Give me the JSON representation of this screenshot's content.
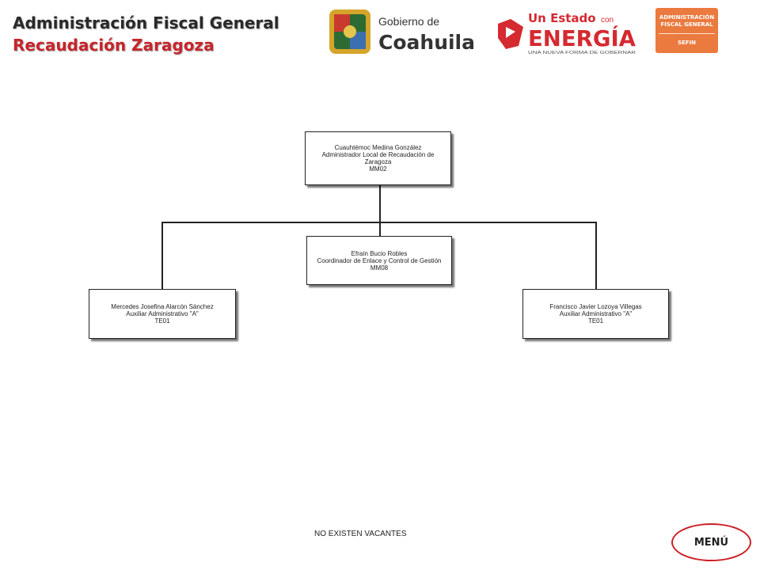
{
  "header": {
    "title": "Administración Fiscal General",
    "subtitle": "Recaudación Zaragoza",
    "colors": {
      "title": "#2a2a2a",
      "subtitle": "#c8252c"
    }
  },
  "logos": {
    "coahuila": {
      "line1": "Gobierno de",
      "line2": "Coahuila"
    },
    "energia": {
      "line1": "Un Estado",
      "line1b": "con",
      "line2": "ENERGÍA",
      "tagline": "UNA NUEVA FORMA DE GOBERNAR"
    },
    "afg": {
      "line1": "ADMINISTRACIÓN\nFISCAL GENERAL",
      "line2": "SEFIN",
      "color": "#eb7a3f"
    }
  },
  "org_chart": {
    "root": {
      "name": "Cuauhtémoc Medina González",
      "position": "Administrador Local de Recaudación de Zaragoza",
      "code": "MM02"
    },
    "coordinator": {
      "name": "Efraín Bucio Robles",
      "position": "Coordinador de Enlace y Control de Gestión",
      "code": "MM08"
    },
    "left": {
      "name": "Mercedes Josefina Alarcón Sánchez",
      "position": "Auxiliar Administrativo \"A\"",
      "code": "TE01"
    },
    "right": {
      "name": "Francisco Javier Lozoya Villegas",
      "position": "Auxiliar Administrativo \"A\"",
      "code": "TE01"
    }
  },
  "footer": {
    "vacancy_note": "NO EXISTEN VACANTES",
    "menu_label": "MENÚ",
    "menu_border_color": "#cc1f25"
  }
}
